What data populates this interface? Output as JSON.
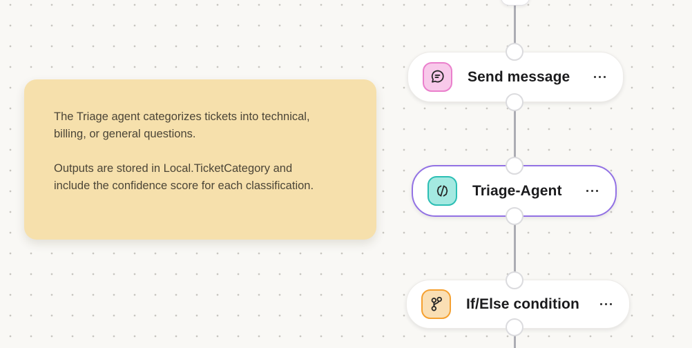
{
  "canvas": {
    "background_color": "#F9F8F5",
    "dot_color": "#C7C5C0",
    "connector_line_color": "#ACACB3",
    "port_border_color": "#DBDBDE"
  },
  "note": {
    "background_color": "#F6E0AC",
    "text_color": "#4B4537",
    "paragraph1": "The Triage agent categorizes tickets into technical,\nbilling, or general questions.",
    "paragraph2": "Outputs are stored in Local.TicketCategory and\ninclude the confidence score for each classification."
  },
  "nodes": [
    {
      "label": "Send message",
      "icon": "chat-bubble-icon",
      "icon_bg": "#F8C9EA",
      "icon_border": "#EA7FCC",
      "selected": false
    },
    {
      "label": "Triage-Agent",
      "icon": "code-brackets-icon",
      "icon_bg": "#A4E9E1",
      "icon_border": "#2BBEB4",
      "selected": true,
      "selection_border_color": "#9271E4"
    },
    {
      "label": "If/Else condition",
      "icon": "branch-icon",
      "icon_bg": "#FADFB4",
      "icon_border": "#F5A02F",
      "selected": false
    }
  ],
  "icons": {
    "more_options": "three-dots"
  }
}
